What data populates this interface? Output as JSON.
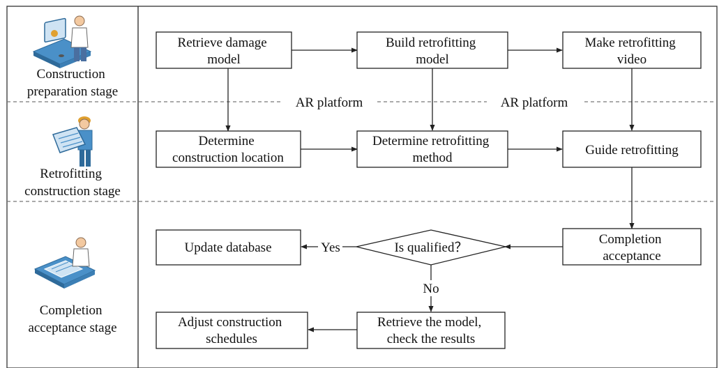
{
  "stages": [
    {
      "lines": [
        "Construction",
        "preparation stage"
      ],
      "icon": "designer-at-desk-icon"
    },
    {
      "lines": [
        "Retrofitting",
        "construction stage"
      ],
      "icon": "worker-with-blueprint-icon"
    },
    {
      "lines": [
        "Completion",
        "acceptance stage"
      ],
      "icon": "inspector-at-desk-icon"
    }
  ],
  "platform_labels": [
    "AR platform",
    "AR platform"
  ],
  "nodes": {
    "retrieve_damage_model": [
      "Retrieve damage",
      "model"
    ],
    "build_retrofitting_model": [
      "Build retrofitting",
      "model"
    ],
    "make_retrofitting_video": [
      "Make retrofitting",
      "video"
    ],
    "determine_construction_location": [
      "Determine",
      "construction location"
    ],
    "determine_retrofitting_method": [
      "Determine retrofitting",
      "method"
    ],
    "guide_retrofitting": [
      "Guide retrofitting"
    ],
    "completion_acceptance": [
      "Completion",
      "acceptance"
    ],
    "is_qualified": [
      "Is qualified？"
    ],
    "update_database": [
      "Update database"
    ],
    "retrieve_model_check_results": [
      "Retrieve the model,",
      "check the results"
    ],
    "adjust_construction_schedules": [
      "Adjust construction",
      "schedules"
    ]
  },
  "edge_labels": {
    "yes": "Yes",
    "no": "No"
  },
  "colors": {
    "line": "#222222",
    "dash": "#777777",
    "icon_blue": "#4a90c8",
    "icon_skin": "#f3c9a0"
  }
}
